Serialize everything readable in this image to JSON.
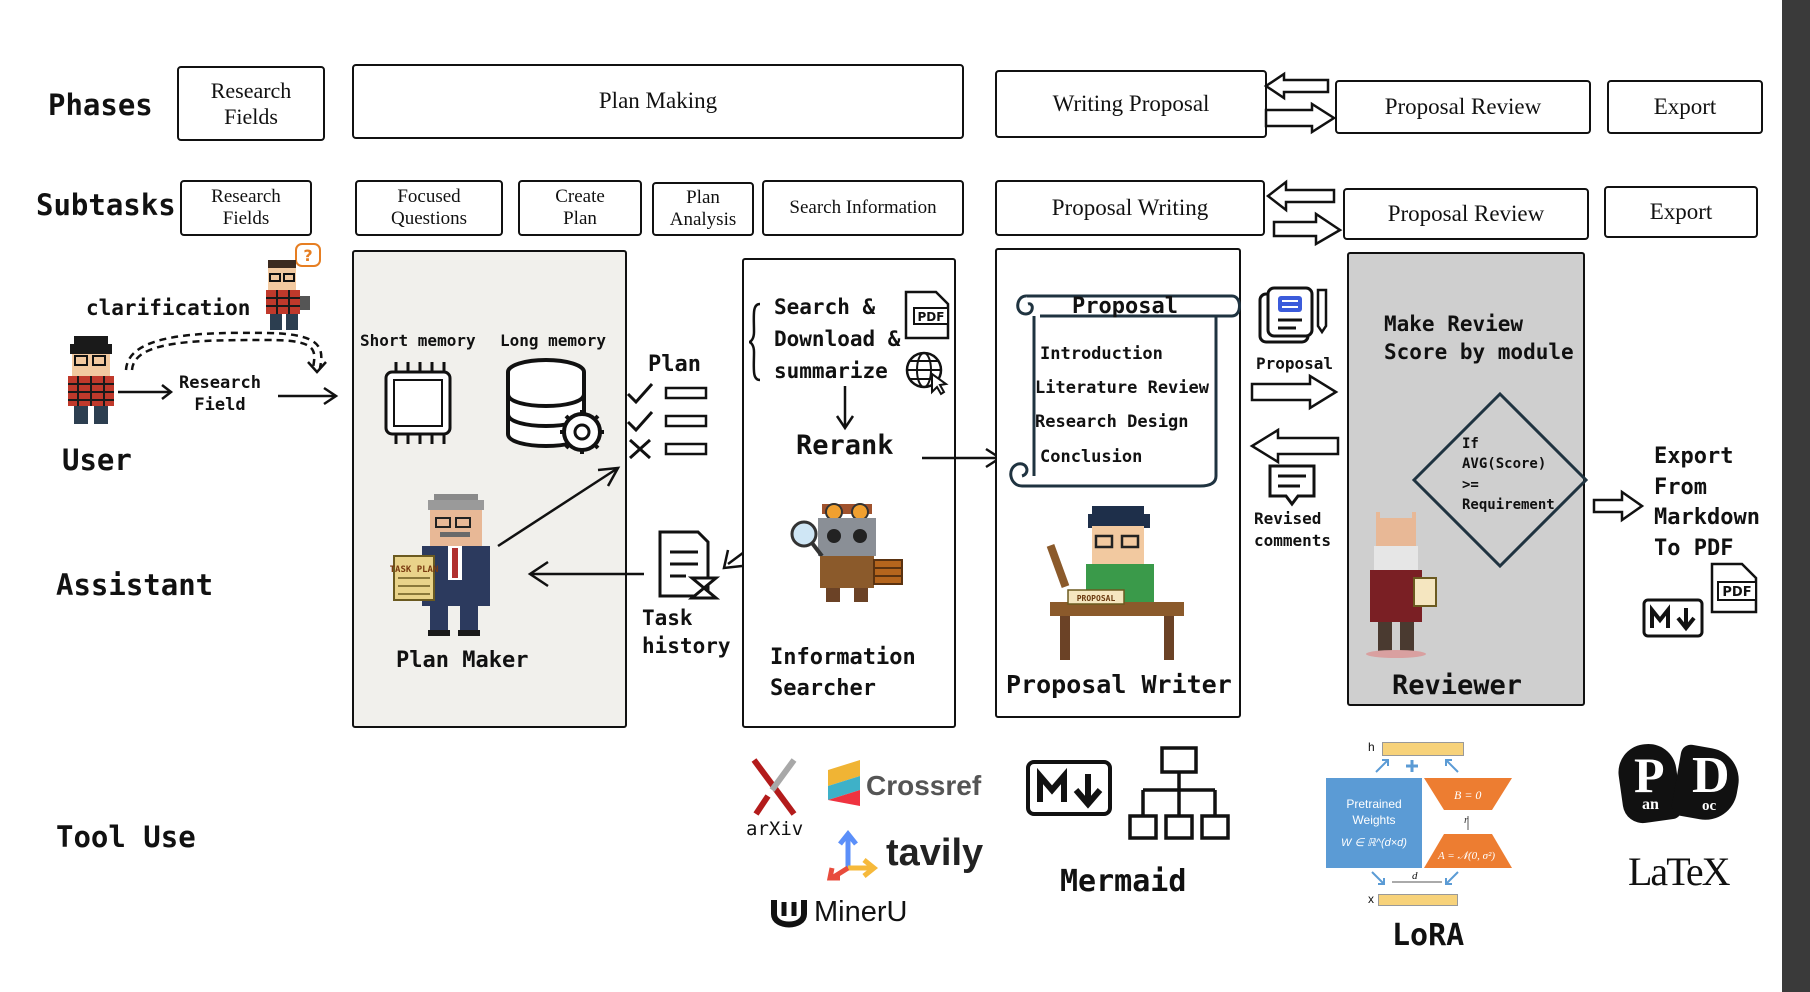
{
  "rows": {
    "phases": "Phases",
    "subtasks": "Subtasks",
    "user": "User",
    "assistant": "Assistant",
    "tool_use": "Tool Use"
  },
  "phases": [
    "Research Fields",
    "Plan Making",
    "Writing Proposal",
    "Proposal Review",
    "Export"
  ],
  "subtasks": [
    "Research Fields",
    "Focused Questions",
    "Create Plan",
    "Plan Analysis",
    "Search Information",
    "Proposal Writing",
    "Proposal Review",
    "Export"
  ],
  "user_lane": {
    "clarification": "clarification",
    "research_field": "Research Field"
  },
  "plan_maker": {
    "short_memory": "Short memory",
    "long_memory": "Long memory",
    "plan": "Plan",
    "agent": "Plan Maker",
    "task_history": "Task history",
    "task_plan_note": "TASK PLAN"
  },
  "searcher": {
    "steps": "Search & Download & summarize",
    "pdf": "PDF",
    "rerank": "Rerank",
    "agent": "Information Searcher"
  },
  "writer": {
    "scroll_title": "Proposal",
    "sections": [
      "Introduction",
      "Literature Review",
      "Research Design",
      "Conclusion"
    ],
    "agent": "Proposal Writer",
    "desk_note": "PROPOSAL"
  },
  "exchange": {
    "proposal": "Proposal",
    "revised": "Revised comments"
  },
  "reviewer": {
    "task": "Make Review Score by module",
    "condition": "If AVG(Score) >= Requirement",
    "agent": "Reviewer"
  },
  "export_col": {
    "text": "Export From Markdown To PDF",
    "pdf": "PDF"
  },
  "tools": {
    "arxiv": "arXiv",
    "crossref": "Crossref",
    "tavily": "tavily",
    "mineru": "MinerU",
    "mermaid": "Mermaid",
    "lora": "LoRA",
    "lora_pretrained": "Pretrained Weights",
    "lora_weight_eq": "W ∈ ℝ^(d×d)",
    "lora_b": "B = 0",
    "lora_a": "A = 𝒩(0, σ²)",
    "lora_h": "h",
    "lora_x": "x",
    "lora_r": "r",
    "lora_d": "d",
    "pandoc_p": "P",
    "pandoc_an": "an",
    "pandoc_d": "D",
    "pandoc_oc": "oc",
    "latex": "LaTeX"
  },
  "colors": {
    "lane_gray": "#f1f0ec",
    "reviewer_gray": "#cfcfcf",
    "crossref_gray": "#555",
    "tavily_dark": "#222",
    "lora_blue": "#5b9bd5",
    "lora_orange": "#ed7d31",
    "lora_yellow": "#f7d27a"
  },
  "icons": [
    "user-pixel-icon",
    "helper-pixel-icon",
    "cpu-chip-icon",
    "database-gear-icon",
    "checklist-icon",
    "pdf-file-icon",
    "globe-cursor-icon",
    "robot-searcher-icon",
    "task-history-icon",
    "document-icon",
    "comments-icon",
    "diamond-decision-icon",
    "markdown-icon",
    "hierarchy-icon",
    "arxiv-logo",
    "crossref-logo",
    "tavily-logo",
    "mineru-logo",
    "pandoc-logo",
    "latex-logo",
    "lora-diagram"
  ]
}
